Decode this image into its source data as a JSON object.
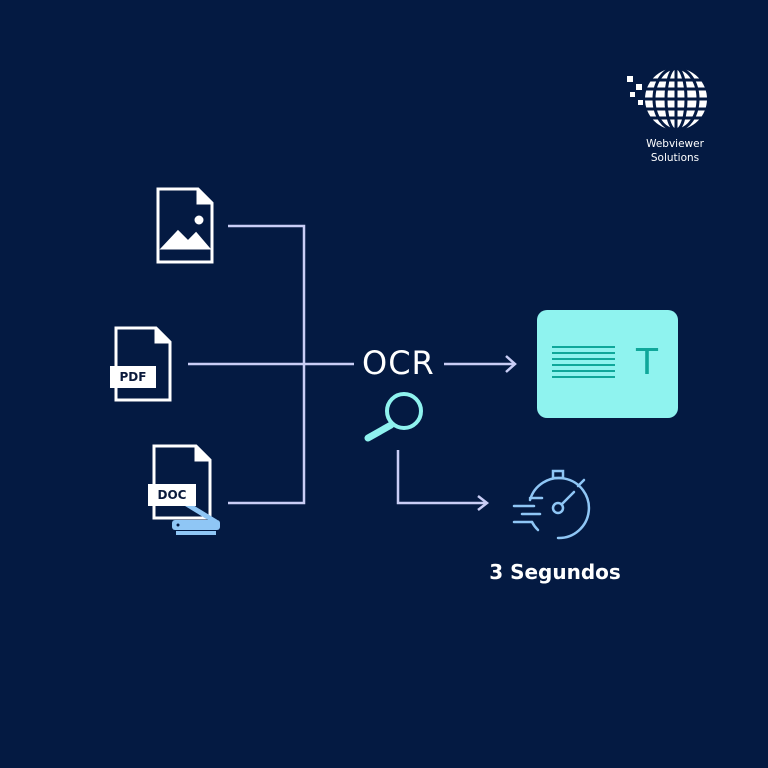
{
  "logo": {
    "line1": "Webviewer",
    "line2": "Solutions"
  },
  "inputs": [
    {
      "name": "image-file",
      "label": ""
    },
    {
      "name": "pdf-file",
      "label": "PDF"
    },
    {
      "name": "doc-file",
      "label": "DOC"
    }
  ],
  "process": {
    "label": "OCR"
  },
  "output": {
    "text_symbol": "T"
  },
  "timing": {
    "label": "3 Segundos"
  },
  "colors": {
    "background": "#041a42",
    "lines": "#c9cdf5",
    "card": "#8ff3ef",
    "accent": "#0fa79a",
    "icon_blue": "#8fc6f5"
  }
}
